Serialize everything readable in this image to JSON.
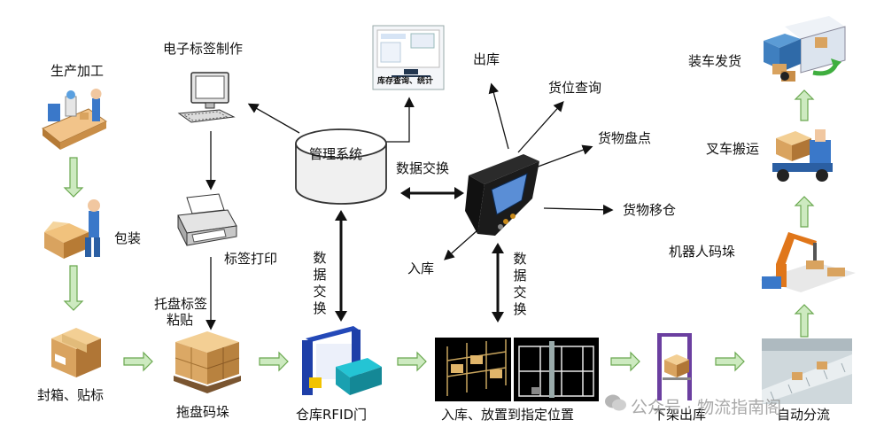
{
  "labels": {
    "production": "生产加工",
    "packing": "包装",
    "boxing": "封箱、贴标",
    "tag_making": "电子标签制作",
    "tag_print": "标签打印",
    "pallet_tag_line1": "托盘标签",
    "pallet_tag_line2": "粘贴",
    "palletize": "拖盘码垛",
    "management": "管理系统",
    "data_exchange_h": "数据交换",
    "data_exchange_v1": [
      "数",
      "据",
      "交",
      "换"
    ],
    "data_exchange_v2": [
      "数",
      "据",
      "交",
      "换"
    ],
    "inventory_caption": "库存查询、统计",
    "outbound": "出库",
    "location_query": "货位查询",
    "stocktake": "货物盘点",
    "relocate": "货物移仓",
    "inbound": "入库",
    "rfid_gate": "仓库RFID门",
    "put_away": "入库、放置到指定位置",
    "unload": "下架出库",
    "auto_sort": "自动分流",
    "robot_stack": "机器人码垛",
    "forklift": "叉车搬运",
    "truck_ship": "装车发货"
  },
  "watermark": {
    "text": "公众号 · 物流指南阁"
  },
  "icons": [
    "production-line-icon",
    "packing-worker-icon",
    "sealed-box-icon",
    "computer-icon",
    "printer-icon",
    "pallet-boxes-icon",
    "database-cylinder-icon",
    "inventory-screen-icon",
    "handheld-terminal-icon",
    "rfid-gate-icon",
    "racking-icon",
    "stacker-crane-icon",
    "sorting-conveyor-icon",
    "robot-arm-icon",
    "forklift-icon",
    "truck-icon"
  ],
  "colors": {
    "flow_arrow_fill": "#cdeac0",
    "flow_arrow_stroke": "#6aa84f",
    "box_tan": "#d9a35f",
    "database_fill": "#f0f0f0",
    "rfid_blue": "#1e3fa8",
    "rfid_cyan": "#20b8c8"
  }
}
